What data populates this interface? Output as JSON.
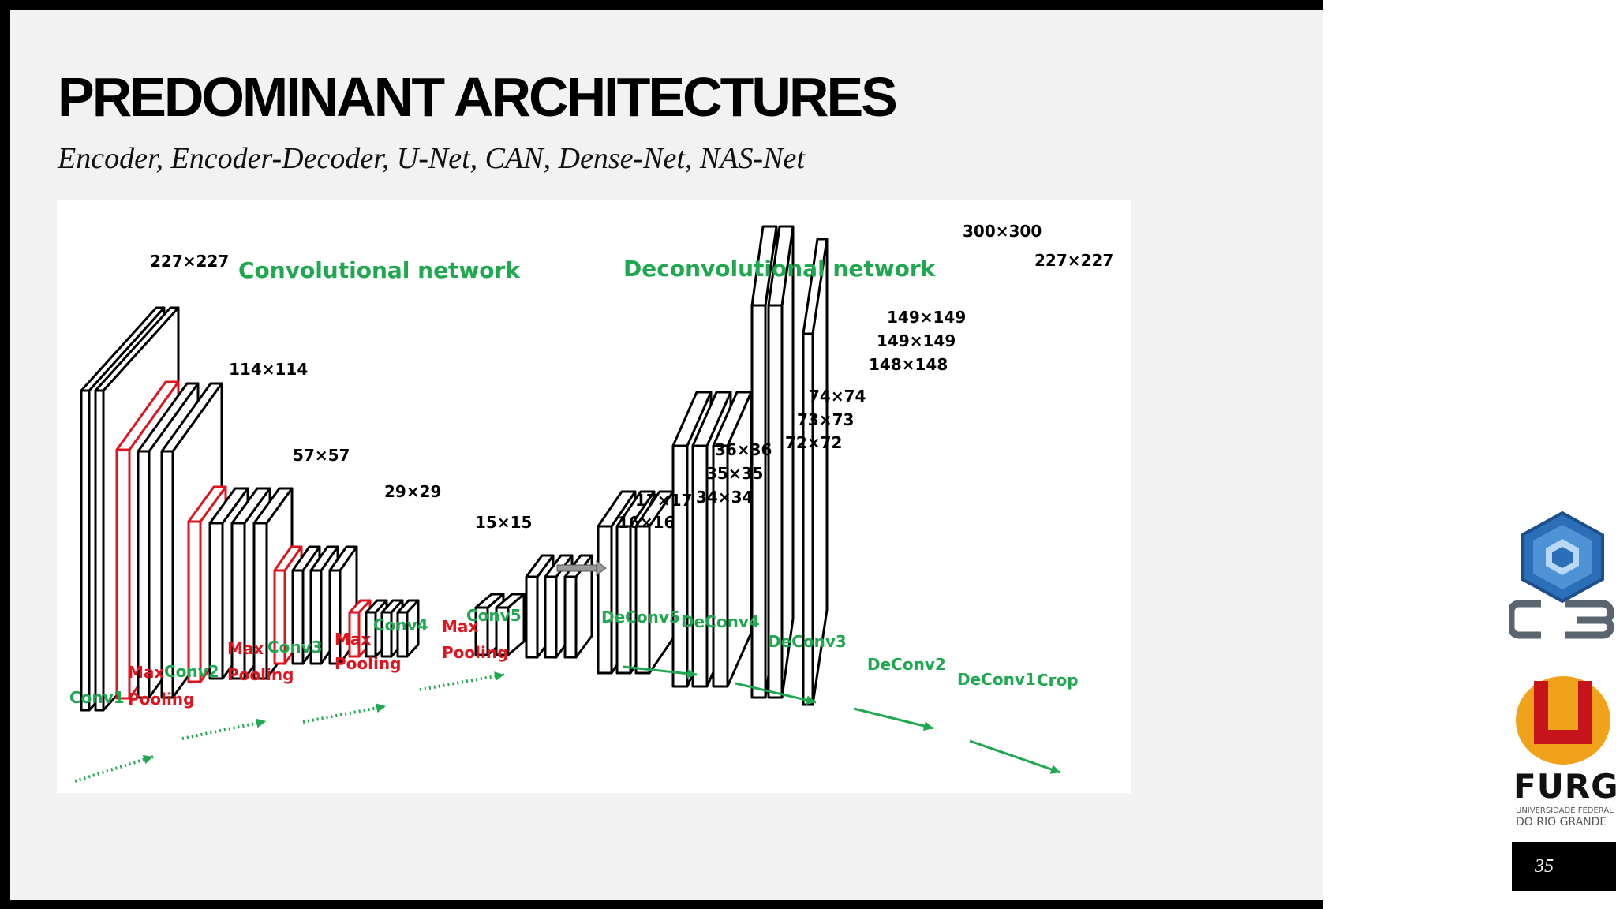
{
  "slide": {
    "title": "PREDOMINANT ARCHITECTURES",
    "subtitle": "Encoder, Encoder-Decoder, U-Net, CAN, Dense-Net, NAS-Net",
    "page_number": "35"
  },
  "diagram": {
    "conv_heading": "Convolutional network",
    "deconv_heading": "Deconvolutional network",
    "sizes": [
      "227×227",
      "114×114",
      "57×57",
      "29×29",
      "15×15",
      "17×17",
      "16×16",
      "36×36",
      "35×35",
      "34×34",
      "74×74",
      "73×73",
      "72×72",
      "149×149",
      "149×149",
      "148×148",
      "300×300",
      "227×227"
    ],
    "conv_layers": [
      "Conv1",
      "Conv2",
      "Conv3",
      "Conv4",
      "Conv5"
    ],
    "pool_layers": [
      {
        "line1": "Max",
        "line2": "Pooling"
      },
      {
        "line1": "Max",
        "line2": "Pooling"
      },
      {
        "line1": "Max",
        "line2": "Pooling"
      },
      {
        "line1": "Max",
        "line2": "Pooling"
      }
    ],
    "deconv_layers": [
      "DeConv5",
      "DeConv4",
      "DeConv3",
      "DeConv2",
      "DeConv1"
    ],
    "crop_label": "Crop",
    "colors": {
      "green": "#1fa84f",
      "red": "#e0141e",
      "outline": "#000000"
    }
  },
  "logos": {
    "furg_wordmark": "FURG",
    "furg_sub_line1": "UNIVERSIDADE FEDERAL",
    "furg_sub_line2": "DO RIO GRANDE",
    "c3_logo": "c3-logo",
    "furg_logo": "furg-logo"
  }
}
